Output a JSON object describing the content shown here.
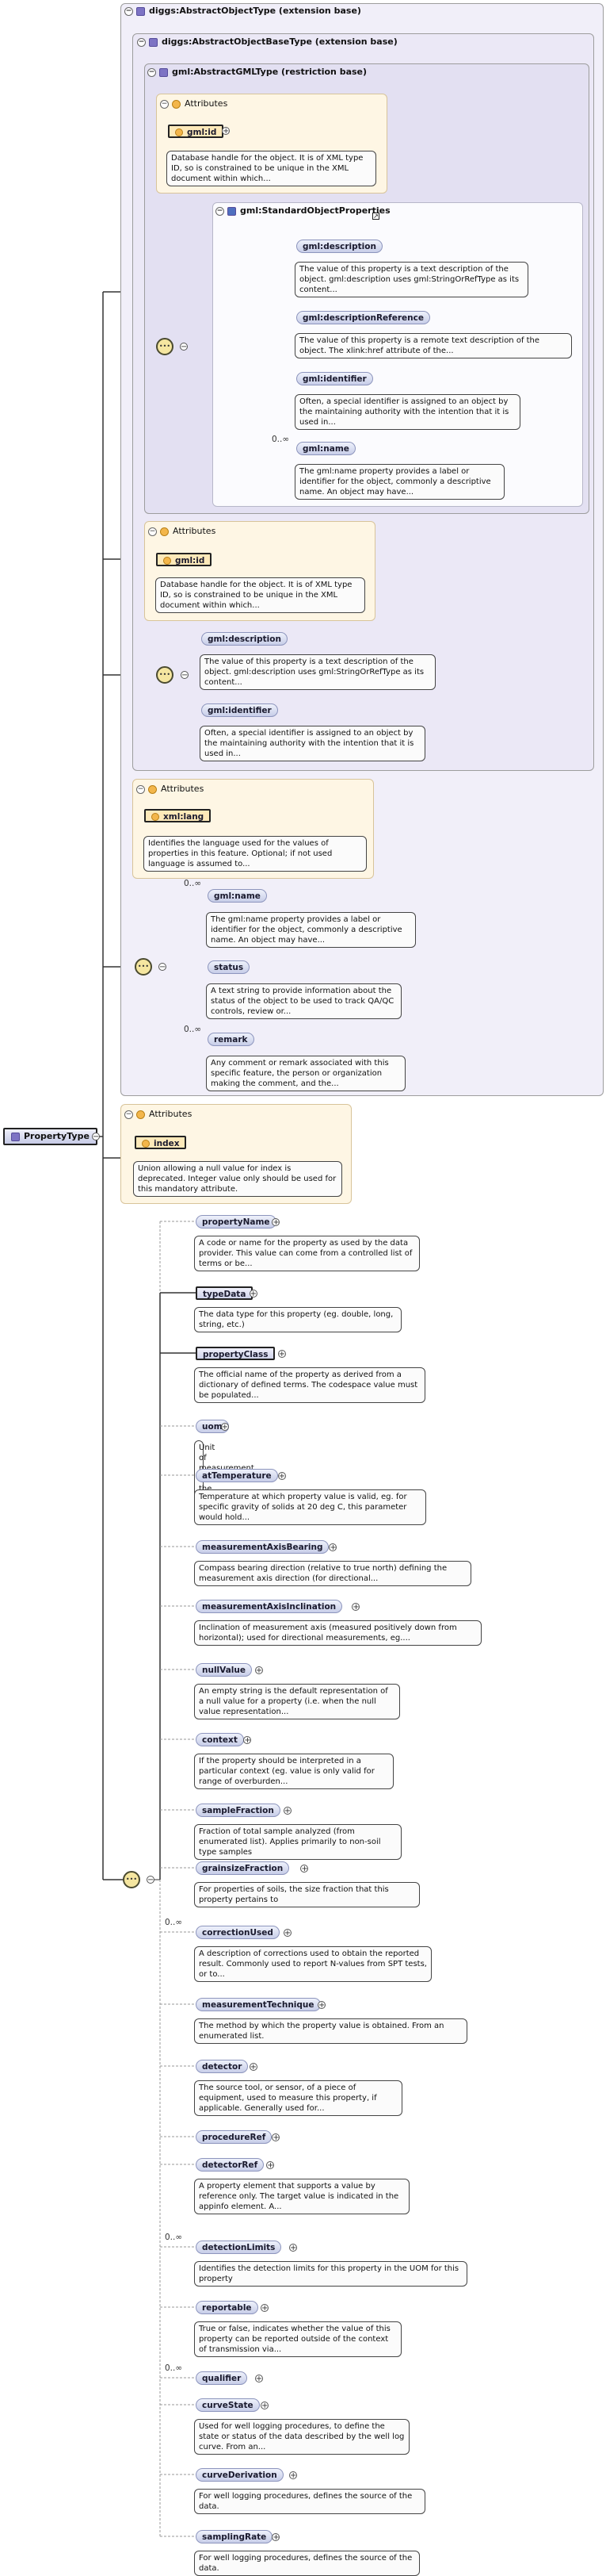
{
  "root": {
    "name": "PropertyType"
  },
  "outer": {
    "title": "diggs:AbstractObjectType (extension base)",
    "base": {
      "title": "diggs:AbstractObjectBaseType (extension base)",
      "gml": {
        "title": "gml:AbstractGMLType (restriction base)",
        "attributes_label": "Attributes",
        "id_attr": {
          "name": "gml:id",
          "doc": "Database handle for the object. It is of XML type ID, so is constrained to be unique in the XML document within which..."
        },
        "sop": {
          "title": "gml:StandardObjectProperties",
          "items": [
            {
              "name": "gml:description",
              "doc": "The value of this property is a text description of the object. gml:description uses gml:StringOrRefType as its content..."
            },
            {
              "name": "gml:descriptionReference",
              "doc": "The value of this property is a remote text description of the object. The xlink:href attribute of the..."
            },
            {
              "name": "gml:identifier",
              "doc": "Often, a special identifier is assigned to an object by the maintaining authority with the intention that it is used in..."
            },
            {
              "name": "gml:name",
              "card": "0..∞",
              "doc": "The gml:name property provides a label or identifier for the object, commonly a descriptive name. An object may have..."
            }
          ]
        }
      },
      "attributes_label": "Attributes",
      "id_attr": {
        "name": "gml:id",
        "doc": "Database handle for the object. It is of XML type ID, so is constrained to be unique in the XML document within which..."
      },
      "items": [
        {
          "name": "gml:description",
          "doc": "The value of this property is a text description of the object. gml:description uses gml:StringOrRefType as its content..."
        },
        {
          "name": "gml:identifier",
          "doc": "Often, a special identifier is assigned to an object by the maintaining authority with the intention that it is used in..."
        }
      ]
    },
    "attributes_label": "Attributes",
    "lang_attr": {
      "name": "xml:lang",
      "doc": "Identifies the language used for the values of properties in this feature. Optional; if not used language is assumed to..."
    },
    "items": [
      {
        "name": "gml:name",
        "card": "0..∞",
        "doc": "The gml:name property provides a label or identifier for the object, commonly a descriptive name. An object may have..."
      },
      {
        "name": "status",
        "doc": "A text string to provide information about the status of the object to be used to track QA/QC controls, review or..."
      },
      {
        "name": "remark",
        "card": "0..∞",
        "doc": "Any comment or remark associated with this specific feature, the person or organization making the comment, and the..."
      }
    ]
  },
  "attributes": {
    "label": "Attributes",
    "index": {
      "name": "index",
      "doc": "Union allowing a null value for index is deprecated. Integer value only should be used for this mandatory attribute."
    }
  },
  "elements": [
    {
      "name": "propertyName",
      "doc": "A code or name for the property as used by the data provider. This value can come from a controlled list of terms or be..."
    },
    {
      "name": "typeData",
      "required": true,
      "doc": "The data type for this property (eg. double, long, string, etc.)"
    },
    {
      "name": "propertyClass",
      "required": true,
      "doc": "The official name of the property as derived from a dictionary of defined terms. The codespace value must be populated..."
    },
    {
      "name": "uom",
      "doc": "Unit of measurement for the property."
    },
    {
      "name": "atTemperature",
      "doc": "Temperature at which property value is valid, eg. for specific gravity of solids at 20 deg C, this parameter would hold..."
    },
    {
      "name": "measurementAxisBearing",
      "doc": "Compass bearing direction (relative to true north) defining the measurement axis direction (for directional..."
    },
    {
      "name": "measurementAxisInclination",
      "doc": "Inclination of measurement axis (measured positively down from horizontal); used for directional measurements, eg...."
    },
    {
      "name": "nullValue",
      "doc": "An empty string is the default representation of a null value for a property (i.e. when the null value representation..."
    },
    {
      "name": "context",
      "doc": "If the property should be interpreted in a particular context (eg. value is only valid for range of overburden..."
    },
    {
      "name": "sampleFraction",
      "doc": "Fraction of total sample analyzed (from enumerated list). Applies primarily to non-soil type samples"
    },
    {
      "name": "grainsizeFraction",
      "doc": "For properties of soils, the size fraction that this property pertains to"
    },
    {
      "name": "correctionUsed",
      "card": "0..∞",
      "doc": "A description of corrections used to obtain the reported result. Commonly used to report N-values from SPT tests, or to..."
    },
    {
      "name": "measurementTechnique",
      "doc": "The method by which the property value is obtained. From an enumerated list."
    },
    {
      "name": "detector",
      "doc": "The source tool, or sensor, of a piece of equipment, used to measure this property, if applicable. Generally used for..."
    },
    {
      "name": "procedureRef",
      "doc": ""
    },
    {
      "name": "detectorRef",
      "doc": "A property element that supports a value by reference only. The target value is indicated in the appinfo element. A..."
    },
    {
      "name": "detectionLimits",
      "card": "0..∞",
      "doc": "Identifies the detection limits for this property in the UOM for this property"
    },
    {
      "name": "reportable",
      "doc": "True or false, indicates whether the value of this property can be reported outside of the context of transmission via..."
    },
    {
      "name": "qualifier",
      "card": "0..∞",
      "doc": ""
    },
    {
      "name": "curveState",
      "doc": "Used for well logging procedures, to define the state or status of the data described by the well log curve. From an..."
    },
    {
      "name": "curveDerivation",
      "doc": "For well logging procedures, defines the source of the data."
    },
    {
      "name": "samplingRate",
      "doc": "For well logging procedures, defines the source of the data."
    }
  ]
}
